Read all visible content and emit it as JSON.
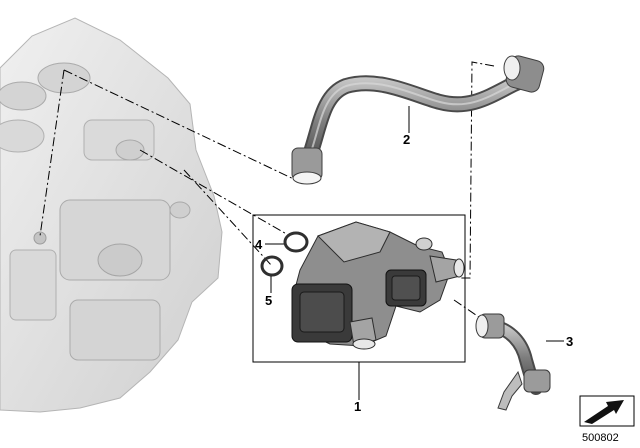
{
  "callouts": {
    "c1": "1",
    "c2": "2",
    "c3": "3",
    "c4": "4",
    "c5": "5"
  },
  "diagram_number": "500802",
  "icons": {
    "engine_block": "engine-block-illustration",
    "thermostat": "thermostat-housing-illustration",
    "hose_upper": "coolant-hose-illustration",
    "hose_lower": "coolant-hose-illustration",
    "oring": "o-ring-illustration",
    "orientation": "orientation-arrow-icon"
  },
  "colors": {
    "ink": "#000000",
    "engine_gray": "#e2e2e2",
    "part_dark": "#3a3a3a",
    "hose_gray": "#7a7a7a"
  }
}
